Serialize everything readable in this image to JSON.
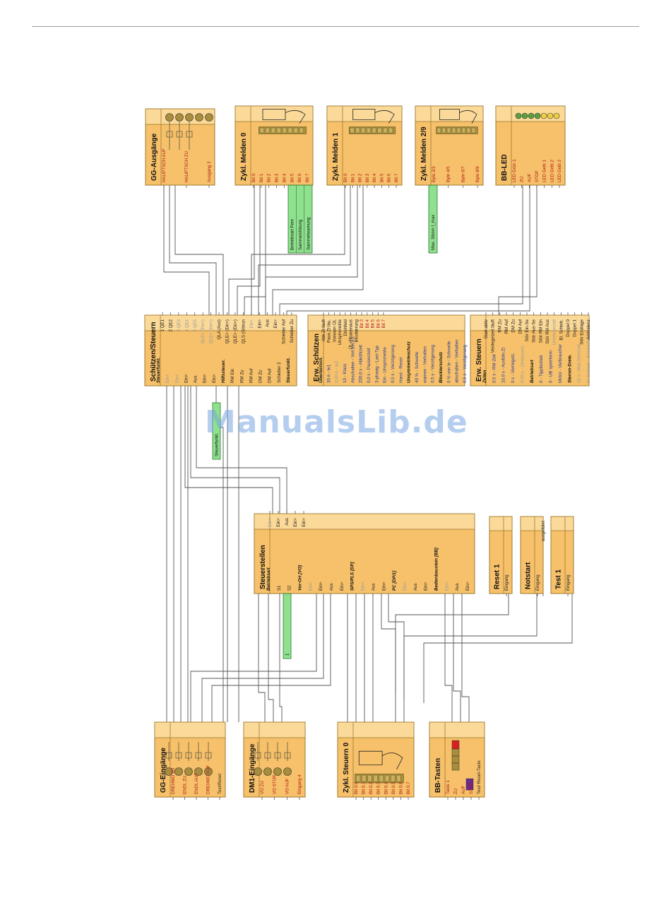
{
  "watermark": "ManualsLib.de",
  "colors": {
    "block_fill": "#f6c16a",
    "block_border": "#a07a30",
    "header_fill": "#fbd998",
    "wire": "#555555",
    "label_red": "#b01818",
    "label_blue": "#2a3a9a",
    "label_grey": "#9a9a9a",
    "green_fill": "#8fe08f",
    "terminal": "#a88d3c"
  },
  "blocks": [
    {
      "id": "gg-ausgaenge",
      "title": "GG-Ausgänge",
      "icon": "relay-outputs-icon",
      "sub": [],
      "labels": [
        "HAUPTSCH AUF",
        "HAUPTSCH ZU",
        "Ausgang 3"
      ]
    },
    {
      "id": "zykl-melden-0",
      "title": "Zykl. Melden 0",
      "icon": "cyclic-signal-icon",
      "sub": [],
      "labels": [
        "Bit 0",
        "Bit 1",
        "Bit 2",
        "Bit 3",
        "Bit 4",
        "Bit 5",
        "Bit 6",
        "Bit 7"
      ]
    },
    {
      "id": "zykl-melden-1",
      "title": "Zykl. Melden 1",
      "icon": "cyclic-signal-icon",
      "sub": [],
      "labels": [
        "Bit 0",
        "Bit 1",
        "Bit 2",
        "Bit 3",
        "Bit 4",
        "Bit 5",
        "Bit 6",
        "Bit 7"
      ]
    },
    {
      "id": "zykl-melden-29",
      "title": "Zykl. Melden 2/9",
      "icon": "cyclic-signal-icon",
      "sub": [],
      "labels": [
        "Byte 2/3",
        "Byte 4/5",
        "Byte 6/7",
        "Byte 8/9"
      ]
    },
    {
      "id": "bb-led",
      "title": "BB-LED",
      "icon": "led-row-icon",
      "sub": [],
      "labels": [
        "LED Grün 1",
        "ZU",
        "AUF",
        "STOP",
        "LED Gelb 1",
        "LED Gelb 2",
        "LED Gelb 3"
      ]
    },
    {
      "id": "schuetzen-steuern",
      "title": "Schützen/Steuern",
      "icon": "",
      "sub": [
        "Steuerfunkt.",
        "Ein<",
        "Ein<",
        "Ein>",
        "Aus",
        "Ein>",
        "Ein>",
        "Hilfssteuer.",
        "RM Ein",
        "RM Zu",
        "RM Auf",
        "DM Zu",
        "DM Auf",
        "Schieber 2",
        "Steuerfunkt."
      ],
      "labels": [
        "1 QE1",
        "2 QE2",
        "3 QE3",
        "4 QE4",
        "5 QE5",
        "QLE< (Ein<)",
        "QLE< (Ein<)",
        "QLA (Aus)",
        "QLE> (Ein>)",
        "QLE> (Ein>)",
        "QLS (Störun",
        "Ein<",
        "Ein>",
        "Aus",
        "Ein>",
        "Schieber Auf",
        "Schieber Zu"
      ]
    },
    {
      "id": "erw-schuetzen",
      "title": "Erw. Schützen",
      "icon": "",
      "sub": [
        "Überlastsch.",
        "30 A - Ie1",
        "0,00 A - Ie2",
        "10 - Klass",
        "Abschalten - Voll bei AS",
        "200,0 s - Abkühlzeit",
        "0,0 s - Pausenzeit",
        "3-phasig - Last-Typ",
        "Ein - Unsymmetrie",
        "0,5 s - Verzögerung",
        "Hand - Reset",
        "Unsymmetrieschutz",
        "40 % - Schwelle",
        "warnen - Verhalten",
        "0,5 s - Verzögerung",
        "Blockierschutz",
        "0 % von Ie - Schwelle",
        "abschalten - Verhalten",
        "0,5 s - Verzögerung"
      ],
      "labels": [
        "Abk.Zt läuft",
        "Paus.Zt läu.",
        "Vorwarn ÜL",
        "Unsymmetrie",
        "Drehfeld",
        "ÜL+Phasenaus",
        "Blockierung",
        "Bit 3",
        "Bit 4",
        "Bit 5",
        "Bit 6",
        "Bit 7"
      ]
    },
    {
      "id": "erw-steuern",
      "title": "Erw. Steuern",
      "icon": "",
      "sub": [
        "Zeiten",
        "0,5 s - RM-Zeit",
        "10,0 s - Ausführ.Zt",
        "0 s - Verriegelz.",
        "0,00 s - Umsteuerz.",
        "Betriebsart",
        "0 - Tippbetrieb",
        "0 - UB speichern",
        "Motor - Verbraucher",
        "Sternm-Dreie.",
        "20 s - Max.Sternzeit",
        "im Dreieck - Stromerfass."
      ],
      "labels": [
        "Start aktiv",
        "Verriegelzeit läuft",
        "RM Zu",
        "RM Auf",
        "DM Zu",
        "DM Auf",
        "Stör Ein-Se",
        "Stör Aus-Se",
        "Stör RM Ein",
        "Stör RM Aus",
        "Umsteuerzeit",
        "Bl. Schieb.",
        "Doppel 0",
        "Doppel 1",
        "Stör Endlage",
        "Antivalenz"
      ]
    },
    {
      "id": "steuerstellen",
      "title": "Steuerstellen",
      "icon": "",
      "sub": [
        "Betriebsart",
        "S1",
        "S2",
        "Vor-Ort [VO]",
        "Ein<",
        "Ein>",
        "Aus",
        "Ein>",
        "SPS/PLS [DP]",
        "Ein<",
        "Aus",
        "Ein>",
        "PC [DP/1]",
        "Ein<",
        "Aus",
        "Ein>",
        "Bedienbaustein [BB]",
        "Ein<",
        "Aus",
        "Ein>"
      ],
      "labels": [
        "Ein<",
        "Ein>",
        "Aus",
        "Ein>",
        "Ein>"
      ]
    },
    {
      "id": "reset-1",
      "title": "Reset 1",
      "icon": "",
      "sub": [],
      "labels": [
        "Eingang"
      ]
    },
    {
      "id": "notstart",
      "title": "Notstart",
      "icon": "",
      "sub": [],
      "labels": [
        "Eingang",
        "ausgeführt"
      ]
    },
    {
      "id": "test-1",
      "title": "Test 1",
      "icon": "",
      "sub": [],
      "labels": [
        "Eingang"
      ]
    },
    {
      "id": "gg-eingaenge",
      "title": "GG-Eingänge",
      "icon": "switch-inputs-icon",
      "sub": [],
      "labels": [
        "DREHMO ZU",
        "ENDL ZU",
        "ENDL AUF",
        "DREHMO AUF",
        "Test/Reset"
      ]
    },
    {
      "id": "dm1-eingaenge",
      "title": "DM1-Eingänge",
      "icon": "switch-inputs-icon",
      "sub": [],
      "labels": [
        "VO ZU",
        "VO STOP",
        "VO AUF",
        "Eingang 4"
      ]
    },
    {
      "id": "zykl-steuern-0",
      "title": "Zykl. Steuern 0",
      "icon": "cyclic-signal-icon",
      "sub": [],
      "labels": [
        "Bit 0.0",
        "Bit 0.1",
        "Bit 0.2",
        "Bit 0.3",
        "Bit 0.4",
        "Bit 0.5",
        "Bit 0.6",
        "Bit 0.7"
      ]
    },
    {
      "id": "bb-tasten",
      "title": "BB-Tasten",
      "icon": "keypad-icon",
      "sub": [],
      "labels": [
        "Taste 1",
        "ZU",
        "AUF",
        "STOP",
        "Test/ Reset-Taste"
      ]
    }
  ],
  "notes": [
    {
      "id": "note-zm0",
      "lines": [
        "Betriebsart Fern",
        "Sammelstörung",
        "Sammelwarnung"
      ]
    },
    {
      "id": "note-zm29",
      "lines": [
        "Max. Strom I_max"
      ]
    },
    {
      "id": "note-schuetzen",
      "lines": [
        "Steuerfunkt."
      ]
    },
    {
      "id": "note-steuerstellen",
      "lines": [
        "1"
      ]
    }
  ]
}
